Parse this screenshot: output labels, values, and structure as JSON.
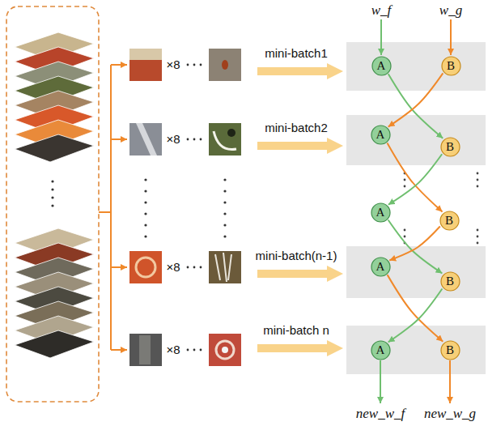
{
  "diagram": {
    "nodes": [
      {
        "text": [
          "A"
        ]
      },
      {
        "text": [
          "B"
        ]
      },
      {
        "text": [
          "A"
        ]
      },
      {
        "text": [
          "B"
        ]
      },
      {
        "text": [
          "A"
        ]
      },
      {
        "text": [
          "B"
        ]
      },
      {
        "text": [
          "A"
        ]
      },
      {
        "text": [
          "B"
        ]
      },
      {
        "text": [
          "A"
        ]
      },
      {
        "text": [
          "B"
        ]
      }
    ],
    "edges": [
      {
        "from": 0,
        "to": 3,
        "arrow": "to"
      },
      {
        "from": 1,
        "to": 2,
        "arrow": "to"
      },
      {
        "from": 2,
        "to": 5,
        "arrow": "to"
      },
      {
        "from": 3,
        "to": 4,
        "arrow": "to"
      },
      {
        "from": 4,
        "to": 7,
        "arrow": "to"
      },
      {
        "from": 5,
        "to": 6,
        "arrow": "to"
      },
      {
        "from": 6,
        "to": 9,
        "arrow": "to"
      },
      {
        "from": 7,
        "to": 8,
        "arrow": "to"
      }
    ],
    "labels": [
      "w_f",
      "w_g",
      "×8",
      "mini-batch1",
      "×8",
      "mini-batch2",
      "×8",
      "mini-batch(n-1)",
      "×8",
      "mini-batch n",
      "new_w_f",
      "new_w_g"
    ]
  }
}
